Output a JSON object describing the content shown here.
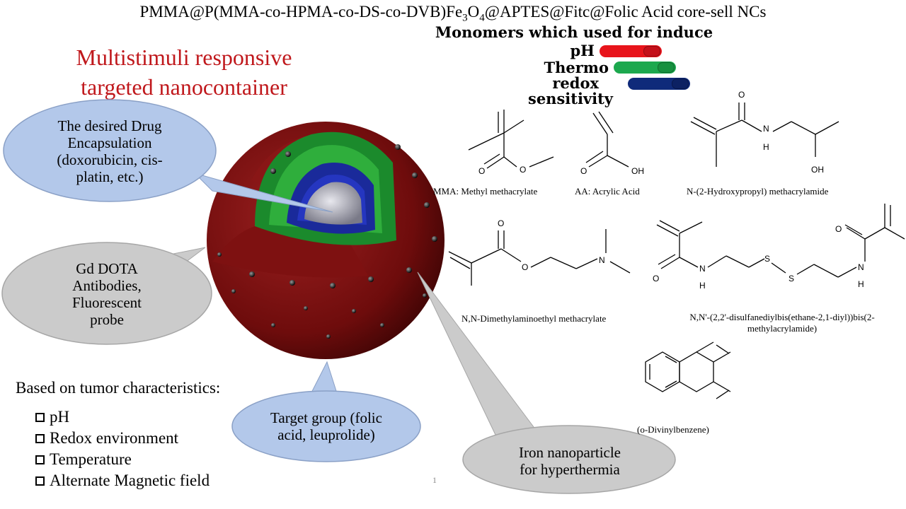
{
  "title": {
    "prefix": "PMMA@P(MMA-co-HPMA-co-DS-co-DVB)Fe",
    "sub1": "3",
    "mid": "O",
    "sub2": "4",
    "suffix": "@APTES@Fitc@Folic Acid core-sell NCs"
  },
  "heading": {
    "line1": "Multistimuli responsive",
    "line2": "targeted nanocontainer"
  },
  "monomers_heading": "Monomers which used for induce",
  "stimuli": [
    {
      "label": "pH",
      "color": "#e8141b"
    },
    {
      "label": "Thermo",
      "color": "#1ca84e"
    },
    {
      "label": "redox",
      "color": "#0f2a7a"
    }
  ],
  "sensitivity_label": "sensitivity",
  "callouts": {
    "drug": {
      "line1": "The desired Drug",
      "line2": "Encapsulation",
      "line3": "(doxorubicin, cis-",
      "line4": "platin, etc.)"
    },
    "gd": {
      "line1": "Gd DOTA",
      "line2": "Antibodies,",
      "line3": "Fluorescent",
      "line4": "probe"
    },
    "target": {
      "line1": "Target group (folic",
      "line2": "acid, leuprolide)"
    },
    "iron": {
      "line1": "Iron nanoparticle",
      "line2": "for hyperthermia"
    }
  },
  "tumor": {
    "heading": "Based on tumor characteristics:",
    "items": [
      "pH",
      "Redox environment",
      "Temperature",
      "Alternate Magnetic field"
    ]
  },
  "chemicals": {
    "mma": {
      "name": "MMA: Methyl methacrylate"
    },
    "aa": {
      "name": "AA: Acrylic Acid",
      "atom_oh": "OH",
      "atom_o": "O"
    },
    "hpma": {
      "name": "N-(2-Hydroxypropyl) methacrylamide",
      "atom_o": "O",
      "atom_h": "H",
      "atom_n": "N",
      "atom_oh": "OH"
    },
    "dmaema": {
      "name": "N,N-Dimethylaminoethyl methacrylate",
      "atom_o": "O",
      "atom_n": "N"
    },
    "ds": {
      "name_line1": "N,N'-(2,2'-disulfanediylbis(ethane-2,1-diyl))bis(2-",
      "name_line2": "methylacrylamide)",
      "atom_o": "O",
      "atom_s": "S",
      "atom_h": "H",
      "atom_n": "N"
    },
    "dvb": {
      "name": "(o-Divinylbenzene)"
    }
  },
  "page_number": "1",
  "colors": {
    "heading_red": "#c0181c",
    "shell_dark_red": "#6e0c0c",
    "shell_green": "#1b8a2c",
    "shell_blue": "#1a2a9a",
    "core_gray": "#9a9aa6",
    "callout_blue": "#a9c1e6",
    "callout_gray": "#c8c8c8"
  }
}
